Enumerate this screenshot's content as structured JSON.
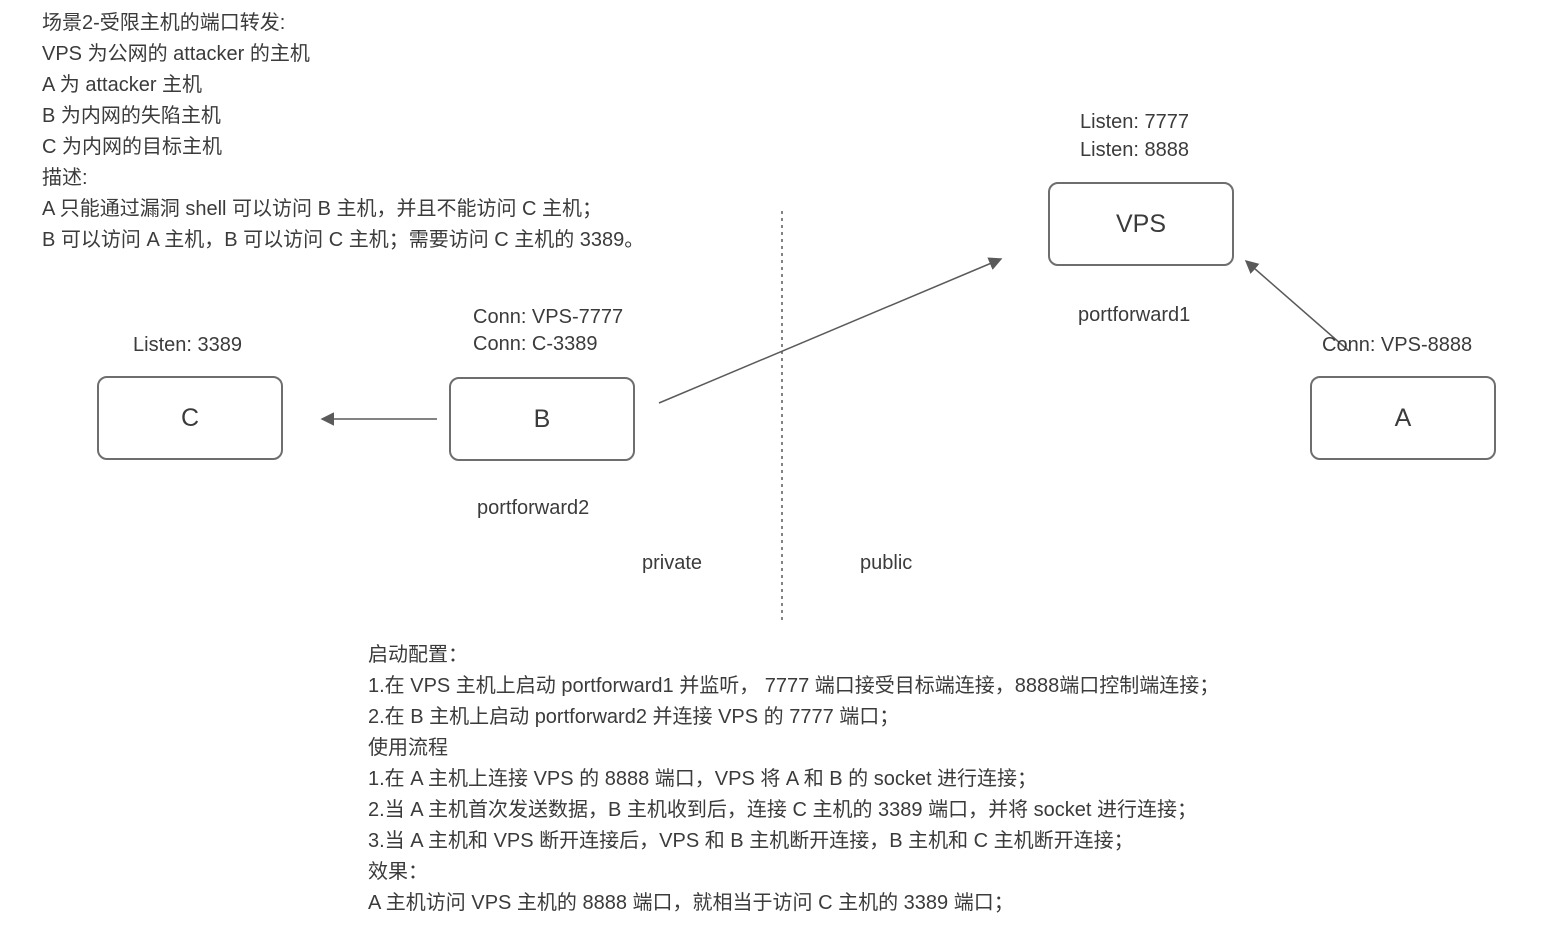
{
  "top_description": {
    "lines": [
      "场景2-受限主机的端口转发:",
      "VPS 为公网的 attacker 的主机",
      "A 为 attacker 主机",
      "B 为内网的失陷主机",
      "C 为内网的目标主机",
      "描述:",
      "A 只能通过漏洞 shell 可以访问 B 主机，并且不能访问 C 主机；",
      "B 可以访问 A 主机，B 可以访问 C 主机；需要访问 C 主机的 3389。"
    ]
  },
  "nodes": {
    "vps": {
      "label": "VPS",
      "listen_7777": "Listen: 7777",
      "listen_8888": "Listen: 8888",
      "caption": "portforward1"
    },
    "a": {
      "label": "A",
      "conn": "Conn: VPS-8888"
    },
    "b": {
      "label": "B",
      "conn_vps": "Conn: VPS-7777",
      "conn_c": "Conn: C-3389",
      "caption": "portforward2"
    },
    "c": {
      "label": "C",
      "listen": "Listen: 3389"
    }
  },
  "zones": {
    "private_label": "private",
    "public_label": "public"
  },
  "bottom_instructions": {
    "lines": [
      "启动配置：",
      "1.在 VPS 主机上启动 portforward1 并监听， 7777 端口接受目标端连接，8888端口控制端连接；",
      "2.在 B 主机上启动 portforward2 并连接 VPS 的 7777 端口；",
      "使用流程",
      "1.在 A 主机上连接 VPS 的 8888 端口，VPS 将 A 和 B 的 socket 进行连接；",
      "2.当 A 主机首次发送数据，B 主机收到后，连接 C 主机的 3389 端口，并将 socket 进行连接；",
      "3.当 A 主机和 VPS 断开连接后，VPS 和 B 主机断开连接，B 主机和 C 主机断开连接；",
      "效果：",
      "A 主机访问 VPS 主机的 8888 端口，就相当于访问 C 主机的 3389 端口；"
    ]
  },
  "colors": {
    "text": "#3b3b3b",
    "node_border": "#6e6e6e",
    "arrow": "#5a5a5a"
  }
}
